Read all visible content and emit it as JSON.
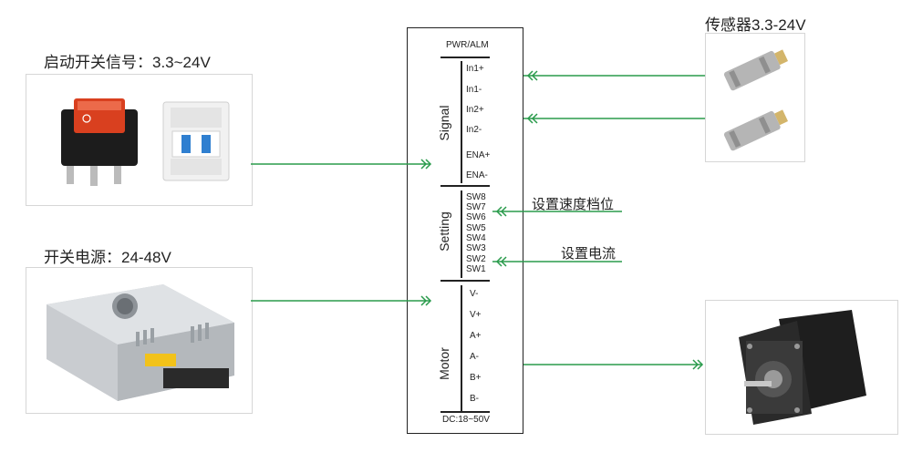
{
  "labels": {
    "start_signal": "启动开关信号：3.3~24V",
    "power_supply": "开关电源：24-48V",
    "sensor": "传感器3.3-24V",
    "speed_setting": "设置速度档位",
    "current_setting": "设置电流"
  },
  "driver": {
    "header": "PWR/ALM",
    "footer": "DC:18~50V",
    "groups": {
      "signal": "Signal",
      "setting": "Setting",
      "motor": "Motor"
    },
    "signal_pins": [
      "In1+",
      "In1-",
      "In2+",
      "In2-",
      "ENA+",
      "ENA-"
    ],
    "setting_pins": [
      "SW8",
      "SW7",
      "SW6",
      "SW5",
      "SW4",
      "SW3",
      "SW2",
      "SW1"
    ],
    "motor_pins": [
      "V-",
      "V+",
      "A+",
      "A-",
      "B+",
      "B-"
    ]
  },
  "colors": {
    "arrow": "#2a9b4c",
    "switch_red": "#d9401f",
    "breaker_blue": "#2f7fd0"
  }
}
